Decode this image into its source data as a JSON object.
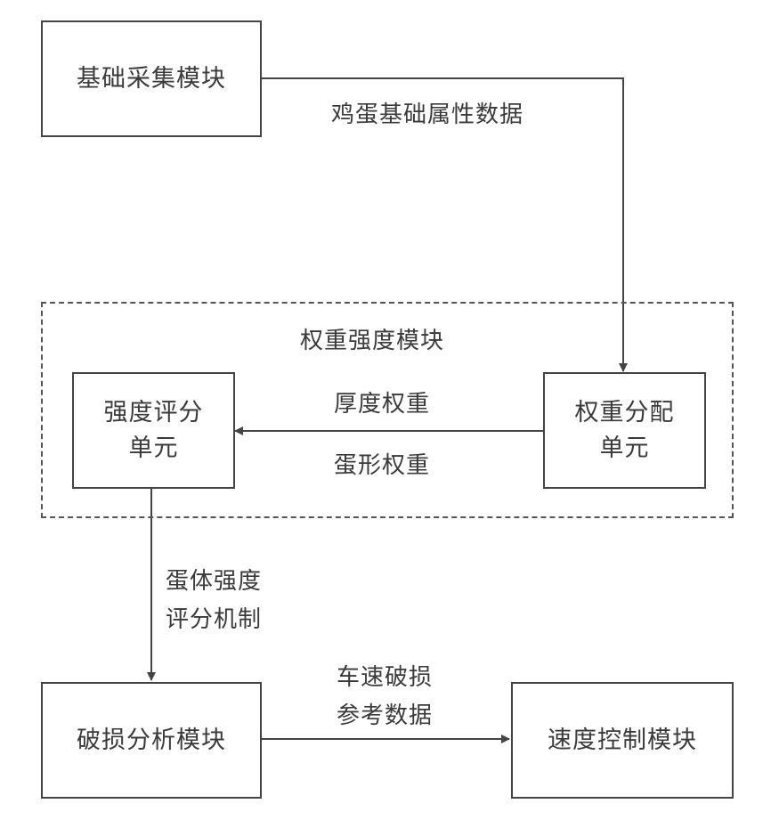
{
  "modules": {
    "base_collection": "基础采集模块",
    "weight_strength": "权重强度模块",
    "damage_analysis": "破损分析模块",
    "speed_control": "速度控制模块"
  },
  "units": {
    "strength_scoring": [
      "强度评分",
      "单元"
    ],
    "weight_allocation": [
      "权重分配",
      "单元"
    ]
  },
  "edge_labels": {
    "egg_attributes": "鸡蛋基础属性数据",
    "thickness_weight": "厚度权重",
    "shape_weight": "蛋形权重",
    "strength_mechanism": [
      "蛋体强度",
      "评分机制"
    ],
    "speed_damage_ref": [
      "车速破损",
      "参考数据"
    ]
  },
  "colors": {
    "line": "#444444",
    "text": "#3a3a3a"
  }
}
